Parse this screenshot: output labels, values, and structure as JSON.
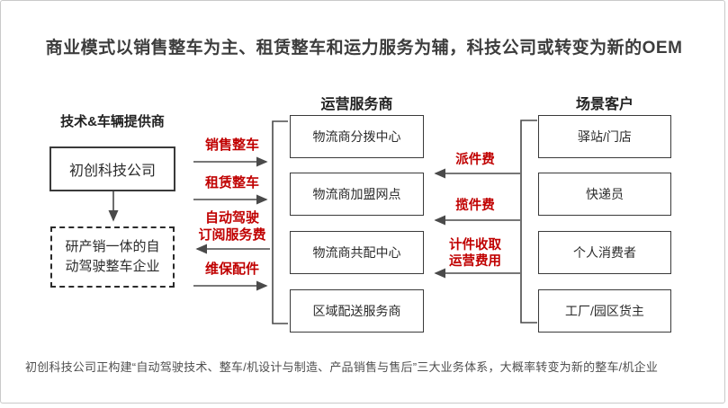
{
  "title": "商业模式以销售整车为主、租赁整车和运力服务为辅，科技公司或转变为新的OEM",
  "provider": {
    "header": "技术&车辆提供商",
    "company": "初创科技公司",
    "future_lines": [
      "研产销一体的自",
      "动驾驶整车企业"
    ]
  },
  "operators": {
    "header": "运营服务商",
    "boxes": [
      "物流商分拨中心",
      "物流商加盟网点",
      "物流商共配中心",
      "区域配送服务商"
    ]
  },
  "customers": {
    "header": "场景客户",
    "boxes": [
      "驿站/门店",
      "快递员",
      "个人消费者",
      "工厂/园区货主"
    ]
  },
  "flows_left": [
    {
      "label": "销售整车",
      "direction": "right"
    },
    {
      "label": "租赁整车",
      "direction": "right"
    },
    {
      "lines": [
        "自动驾驶",
        "订阅服务费"
      ],
      "direction": "left"
    },
    {
      "label": "维保配件",
      "direction": "right"
    }
  ],
  "flows_right": [
    {
      "label": "派件费",
      "direction": "left"
    },
    {
      "label": "揽件费",
      "direction": "left"
    },
    {
      "lines": [
        "计件收取",
        "运营费用"
      ],
      "direction": "left"
    }
  ],
  "caption": "初创科技公司正构建“自动驾驶技术、整车/机设计与制造、产品销售与售后”三大业务体系，大概率转变为新的整车/机企业",
  "colors": {
    "accent_red": "#c00000",
    "line_color": "#4a4a4a",
    "box_border": "#3a3a3a",
    "title_color": "#3d3d3d",
    "caption_color": "#4f4f4f",
    "slide_border": "#c9c9c9"
  }
}
